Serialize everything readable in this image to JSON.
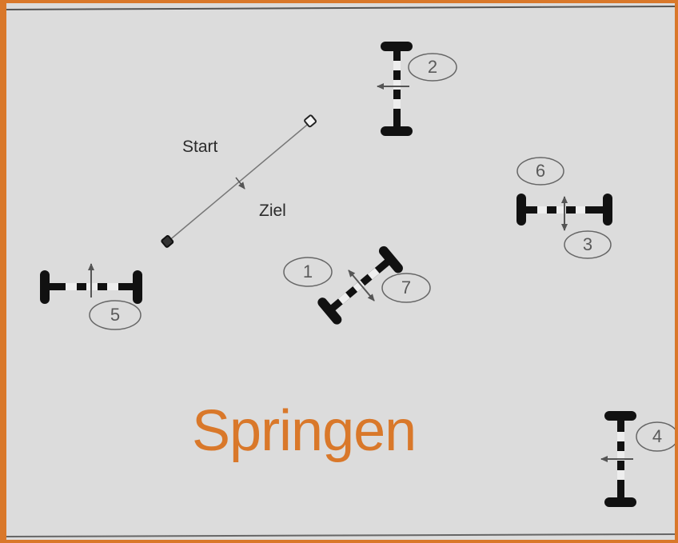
{
  "title": "Springen",
  "labels": {
    "start": "Start",
    "finish": "Ziel"
  },
  "obstacles": [
    {
      "id": "obstacle-2",
      "numbers": [
        "2"
      ]
    },
    {
      "id": "obstacle-6-3",
      "numbers": [
        "6",
        "3"
      ]
    },
    {
      "id": "obstacle-1-7",
      "numbers": [
        "1",
        "7"
      ]
    },
    {
      "id": "obstacle-5",
      "numbers": [
        "5"
      ]
    },
    {
      "id": "obstacle-4",
      "numbers": [
        "4"
      ]
    }
  ],
  "colors": {
    "title": "#d9782a",
    "border": "#d9782a",
    "paper": "#dcdcdc",
    "pole": "#1a1a1a"
  }
}
